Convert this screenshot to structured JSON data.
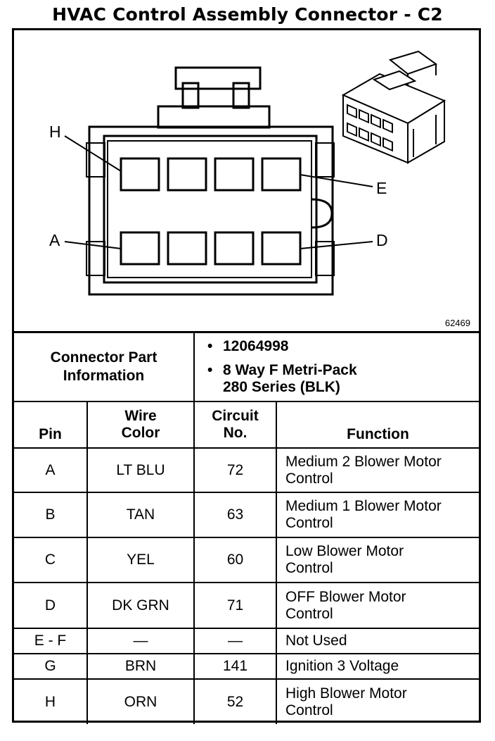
{
  "title": "HVAC Control Assembly Connector - C2",
  "diagram": {
    "figure_number": "62469",
    "pin_labels": {
      "H": "H",
      "E": "E",
      "A": "A",
      "D": "D"
    }
  },
  "connector_info": {
    "label_line1": "Connector Part",
    "label_line2": "Information",
    "items": [
      {
        "bullet": "•",
        "lines": [
          "12064998"
        ]
      },
      {
        "bullet": "•",
        "lines": [
          "8 Way F Metri-Pack",
          "280 Series (BLK)"
        ]
      }
    ]
  },
  "headers": {
    "pin": "Pin",
    "wire_color_1": "Wire",
    "wire_color_2": "Color",
    "circuit_1": "Circuit",
    "circuit_2": "No.",
    "function": "Function"
  },
  "rows": [
    {
      "pin": "A",
      "color": "LT BLU",
      "circuit": "72",
      "function_1": "Medium 2 Blower Motor",
      "function_2": "Control"
    },
    {
      "pin": "B",
      "color": "TAN",
      "circuit": "63",
      "function_1": "Medium 1 Blower Motor",
      "function_2": "Control"
    },
    {
      "pin": "C",
      "color": "YEL",
      "circuit": "60",
      "function_1": "Low Blower Motor",
      "function_2": "Control"
    },
    {
      "pin": "D",
      "color": "DK GRN",
      "circuit": "71",
      "function_1": "OFF Blower Motor",
      "function_2": "Control"
    },
    {
      "pin": "E - F",
      "color": "—",
      "circuit": "—",
      "function_1": "Not Used",
      "function_2": ""
    },
    {
      "pin": "G",
      "color": "BRN",
      "circuit": "141",
      "function_1": "Ignition 3 Voltage",
      "function_2": ""
    },
    {
      "pin": "H",
      "color": "ORN",
      "circuit": "52",
      "function_1": "High Blower Motor",
      "function_2": "Control"
    }
  ]
}
